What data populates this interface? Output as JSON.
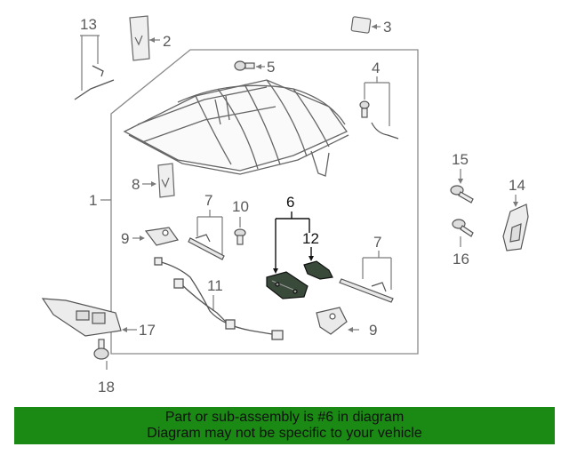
{
  "callouts": {
    "c1": "1",
    "c2": "2",
    "c3": "3",
    "c4": "4",
    "c5": "5",
    "c6": "6",
    "c7a": "7",
    "c7b": "7",
    "c8": "8",
    "c9a": "9",
    "c9b": "9",
    "c10": "10",
    "c11": "11",
    "c12": "12",
    "c13": "13",
    "c14": "14",
    "c15": "15",
    "c16": "16",
    "c17": "17",
    "c18": "18"
  },
  "banner": {
    "line1": "Part or sub-assembly is #6 in diagram",
    "line2": "Diagram may not be specific to your vehicle"
  },
  "colors": {
    "banner_bg": "#1a8a14",
    "highlight_part": "#3a4a3a",
    "line": "#7a7a7a"
  }
}
